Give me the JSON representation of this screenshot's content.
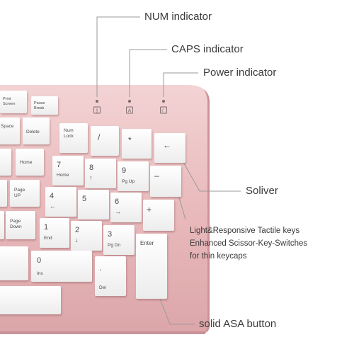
{
  "callouts": {
    "num_indicator": "NUM indicator",
    "caps_indicator": "CAPS indicator",
    "power_indicator": "Power indicator",
    "soliver": "Soliver",
    "feature_lines": [
      "Light&Responsive Tactile keys",
      "Enhanced Scissor-Key-Switches",
      "for thin keycaps"
    ],
    "asa_button": "solid ASA button"
  },
  "indicator_glyphs": [
    "1",
    "A",
    "☾"
  ],
  "keys": {
    "print_screen": [
      "Print",
      "Screen"
    ],
    "pause_break": [
      "Pause",
      "Break"
    ],
    "space_partial": "Space",
    "delete": "Delete",
    "home": "Home",
    "page_up": [
      "Page",
      "UP"
    ],
    "page_down": [
      "Page",
      "Down"
    ],
    "num_lock": [
      "Num",
      "Lock"
    ],
    "divide": "/",
    "multiply": "*",
    "backspace": "←",
    "numpad_7": [
      "7",
      "Home"
    ],
    "numpad_8": [
      "8",
      "↑"
    ],
    "numpad_9": [
      "9",
      "Pg Up"
    ],
    "minus": "–",
    "numpad_4": [
      "4",
      "←"
    ],
    "numpad_5": "5",
    "numpad_6": [
      "6",
      "→"
    ],
    "plus": "+",
    "numpad_1": [
      "1",
      "End"
    ],
    "numpad_2": [
      "2",
      "↓"
    ],
    "numpad_3": [
      "3",
      "Pg Dn"
    ],
    "enter": "Enter",
    "numpad_0": [
      "0",
      "Ins"
    ],
    "numpad_dot": [
      ".",
      "Del"
    ]
  },
  "colors": {
    "body": "#e8b9bb",
    "key_face": "#fbfbfb",
    "key_label": "#4a4a4a",
    "callout_text": "#3a3a3a",
    "leader_line": "#9a9a9a"
  }
}
